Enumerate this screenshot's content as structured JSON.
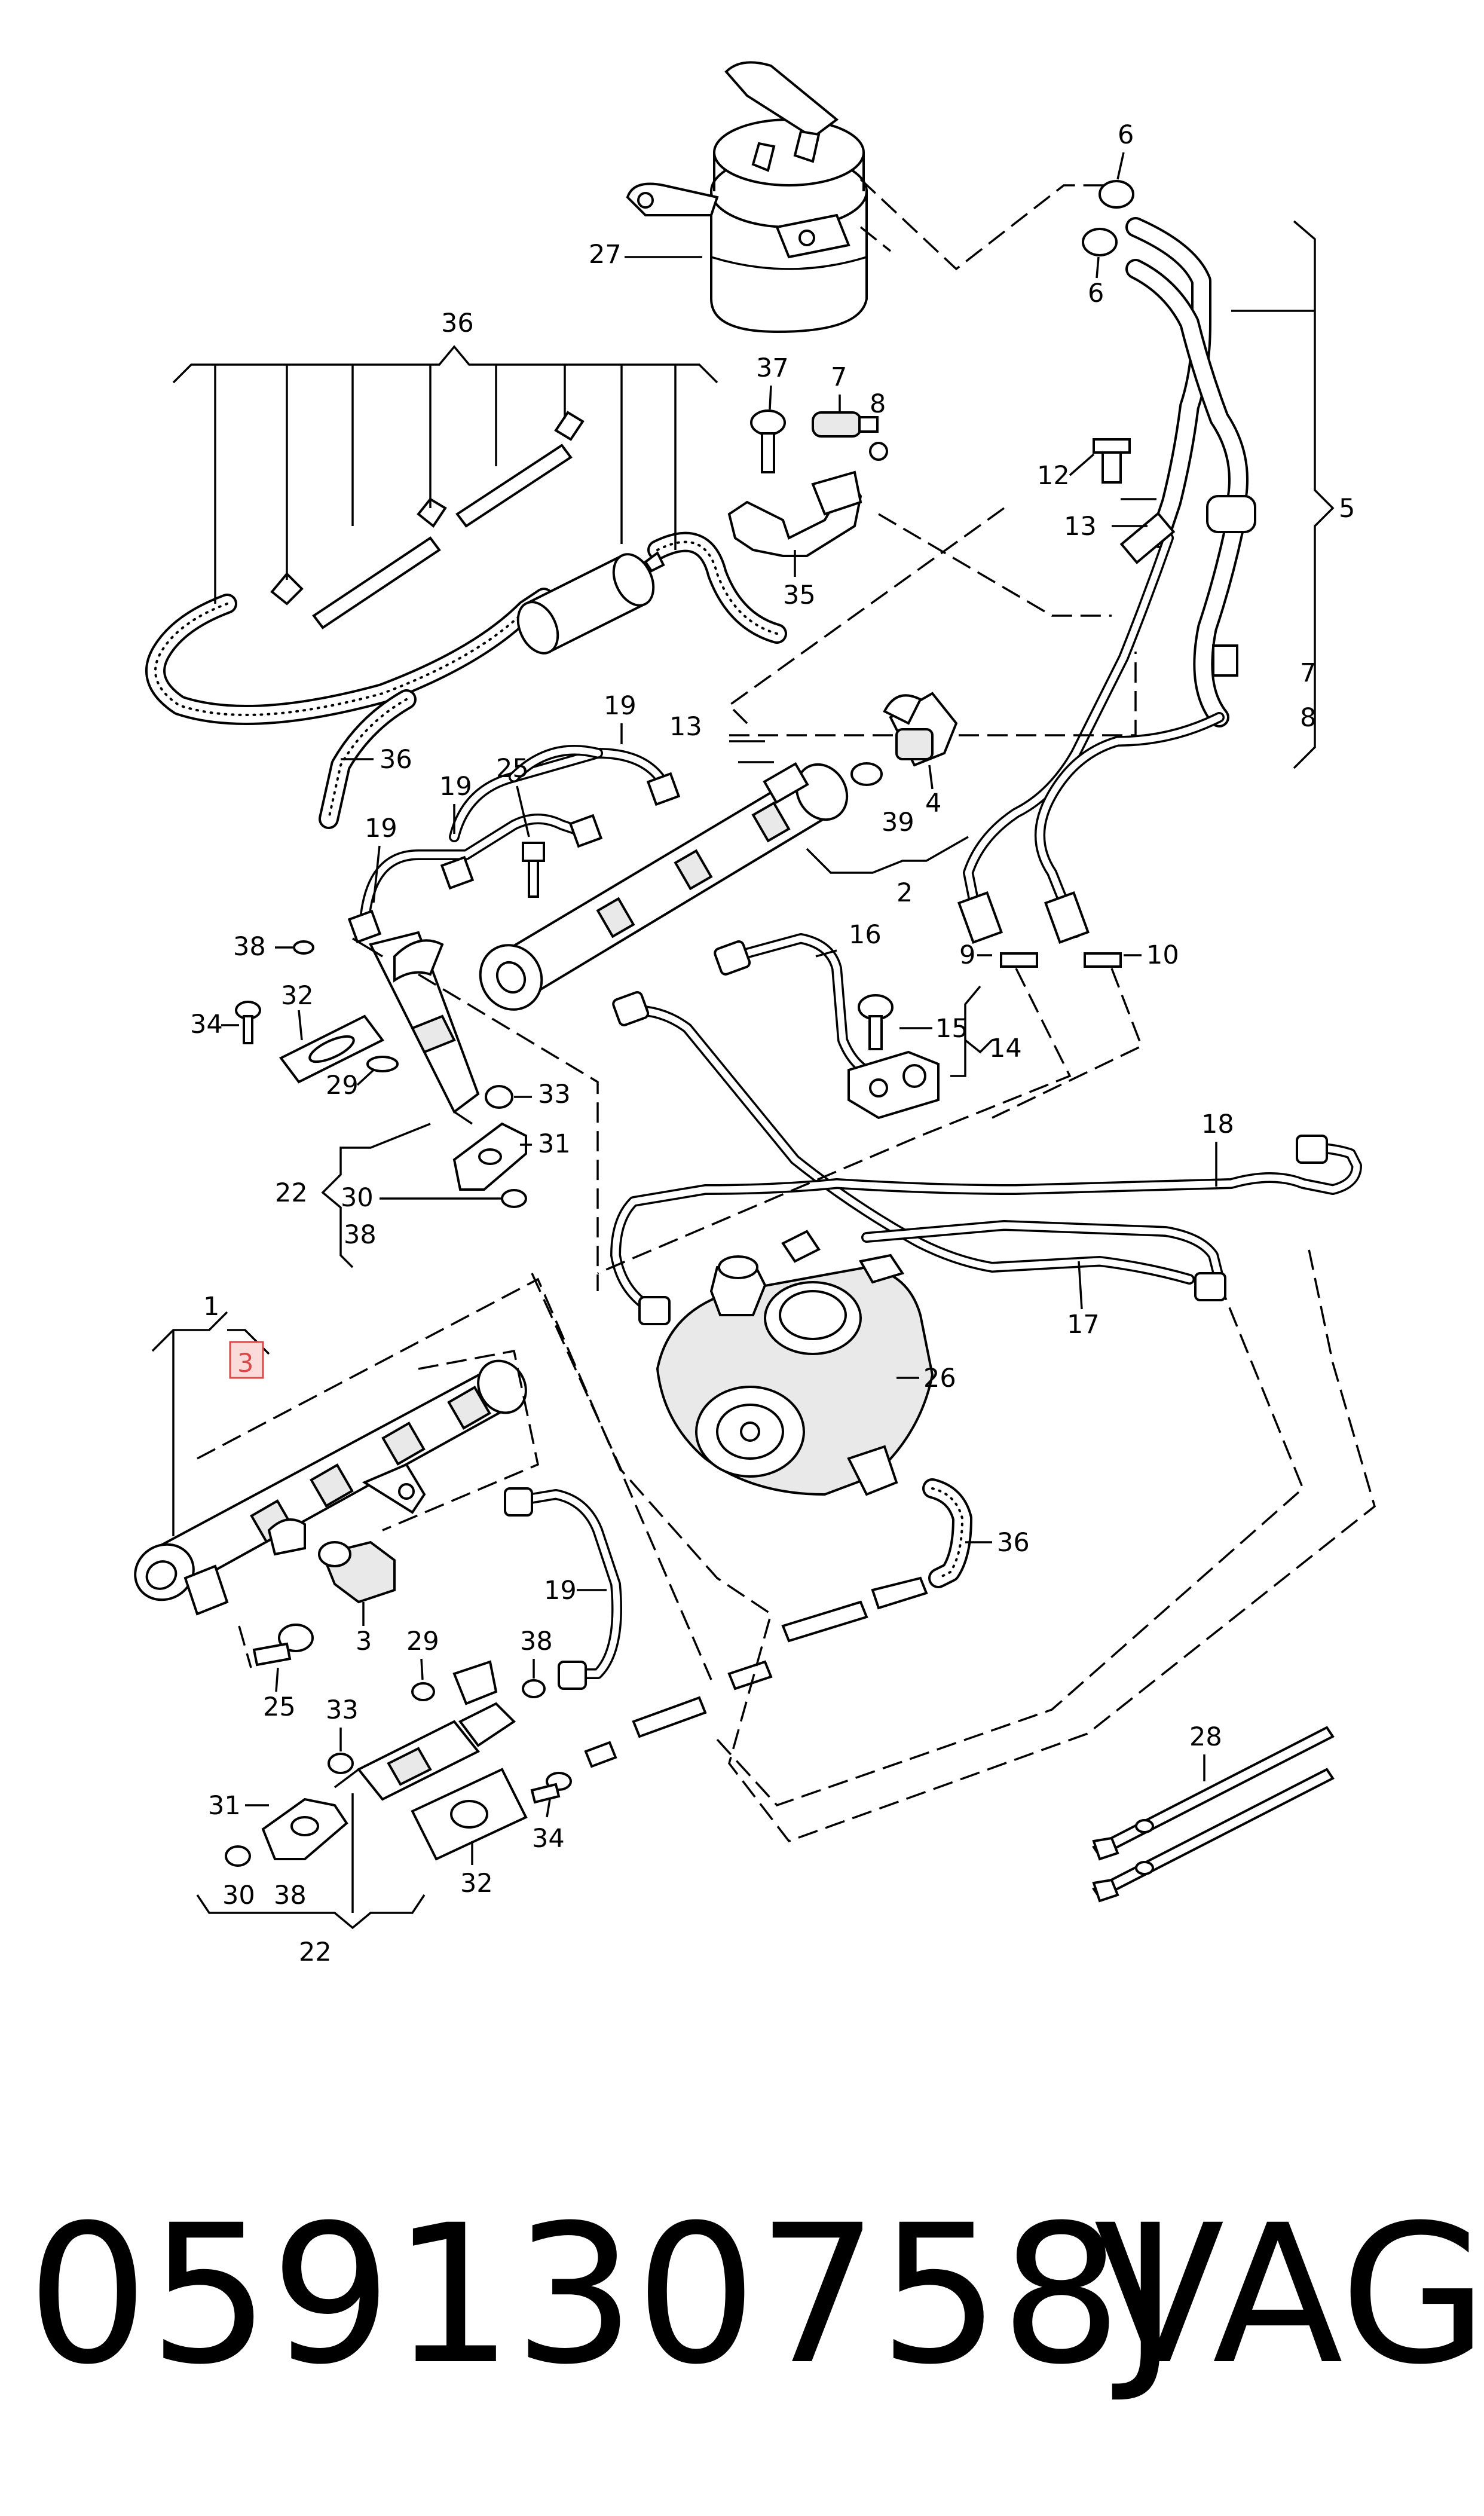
{
  "diagram": {
    "labels": {
      "n1": "1",
      "n2": "2",
      "n3_highlighted": "3",
      "n3": "3",
      "n4": "4",
      "n5": "5",
      "n6a": "6",
      "n6b": "6",
      "n7a": "7",
      "n7b": "7",
      "n8a": "8",
      "n8b": "8",
      "n9": "9",
      "n10": "10",
      "n12": "12",
      "n13a": "13",
      "n13b": "13",
      "n14": "14",
      "n15": "15",
      "n16": "16",
      "n17": "17",
      "n18": "18",
      "n19a": "19",
      "n19b": "19",
      "n19c": "19",
      "n19d": "19",
      "n22a": "22",
      "n22b": "22",
      "n25a": "25",
      "n25b": "25",
      "n26": "26",
      "n27": "27",
      "n28": "28",
      "n29a": "29",
      "n29b": "29",
      "n30a": "30",
      "n30b": "30",
      "n31a": "31",
      "n31b": "31",
      "n32a": "32",
      "n32b": "32",
      "n33a": "33",
      "n33b": "33",
      "n34a": "34",
      "n34b": "34",
      "n35": "35",
      "n36a": "36",
      "n36b": "36",
      "n36c": "36",
      "n37": "37",
      "n38a": "38",
      "n38b": "38",
      "n38c": "38",
      "n38d": "38",
      "n39": "39"
    },
    "highlight_color": "#d84848"
  },
  "footer": {
    "part_number": "059130758J",
    "brand": "VAG"
  }
}
